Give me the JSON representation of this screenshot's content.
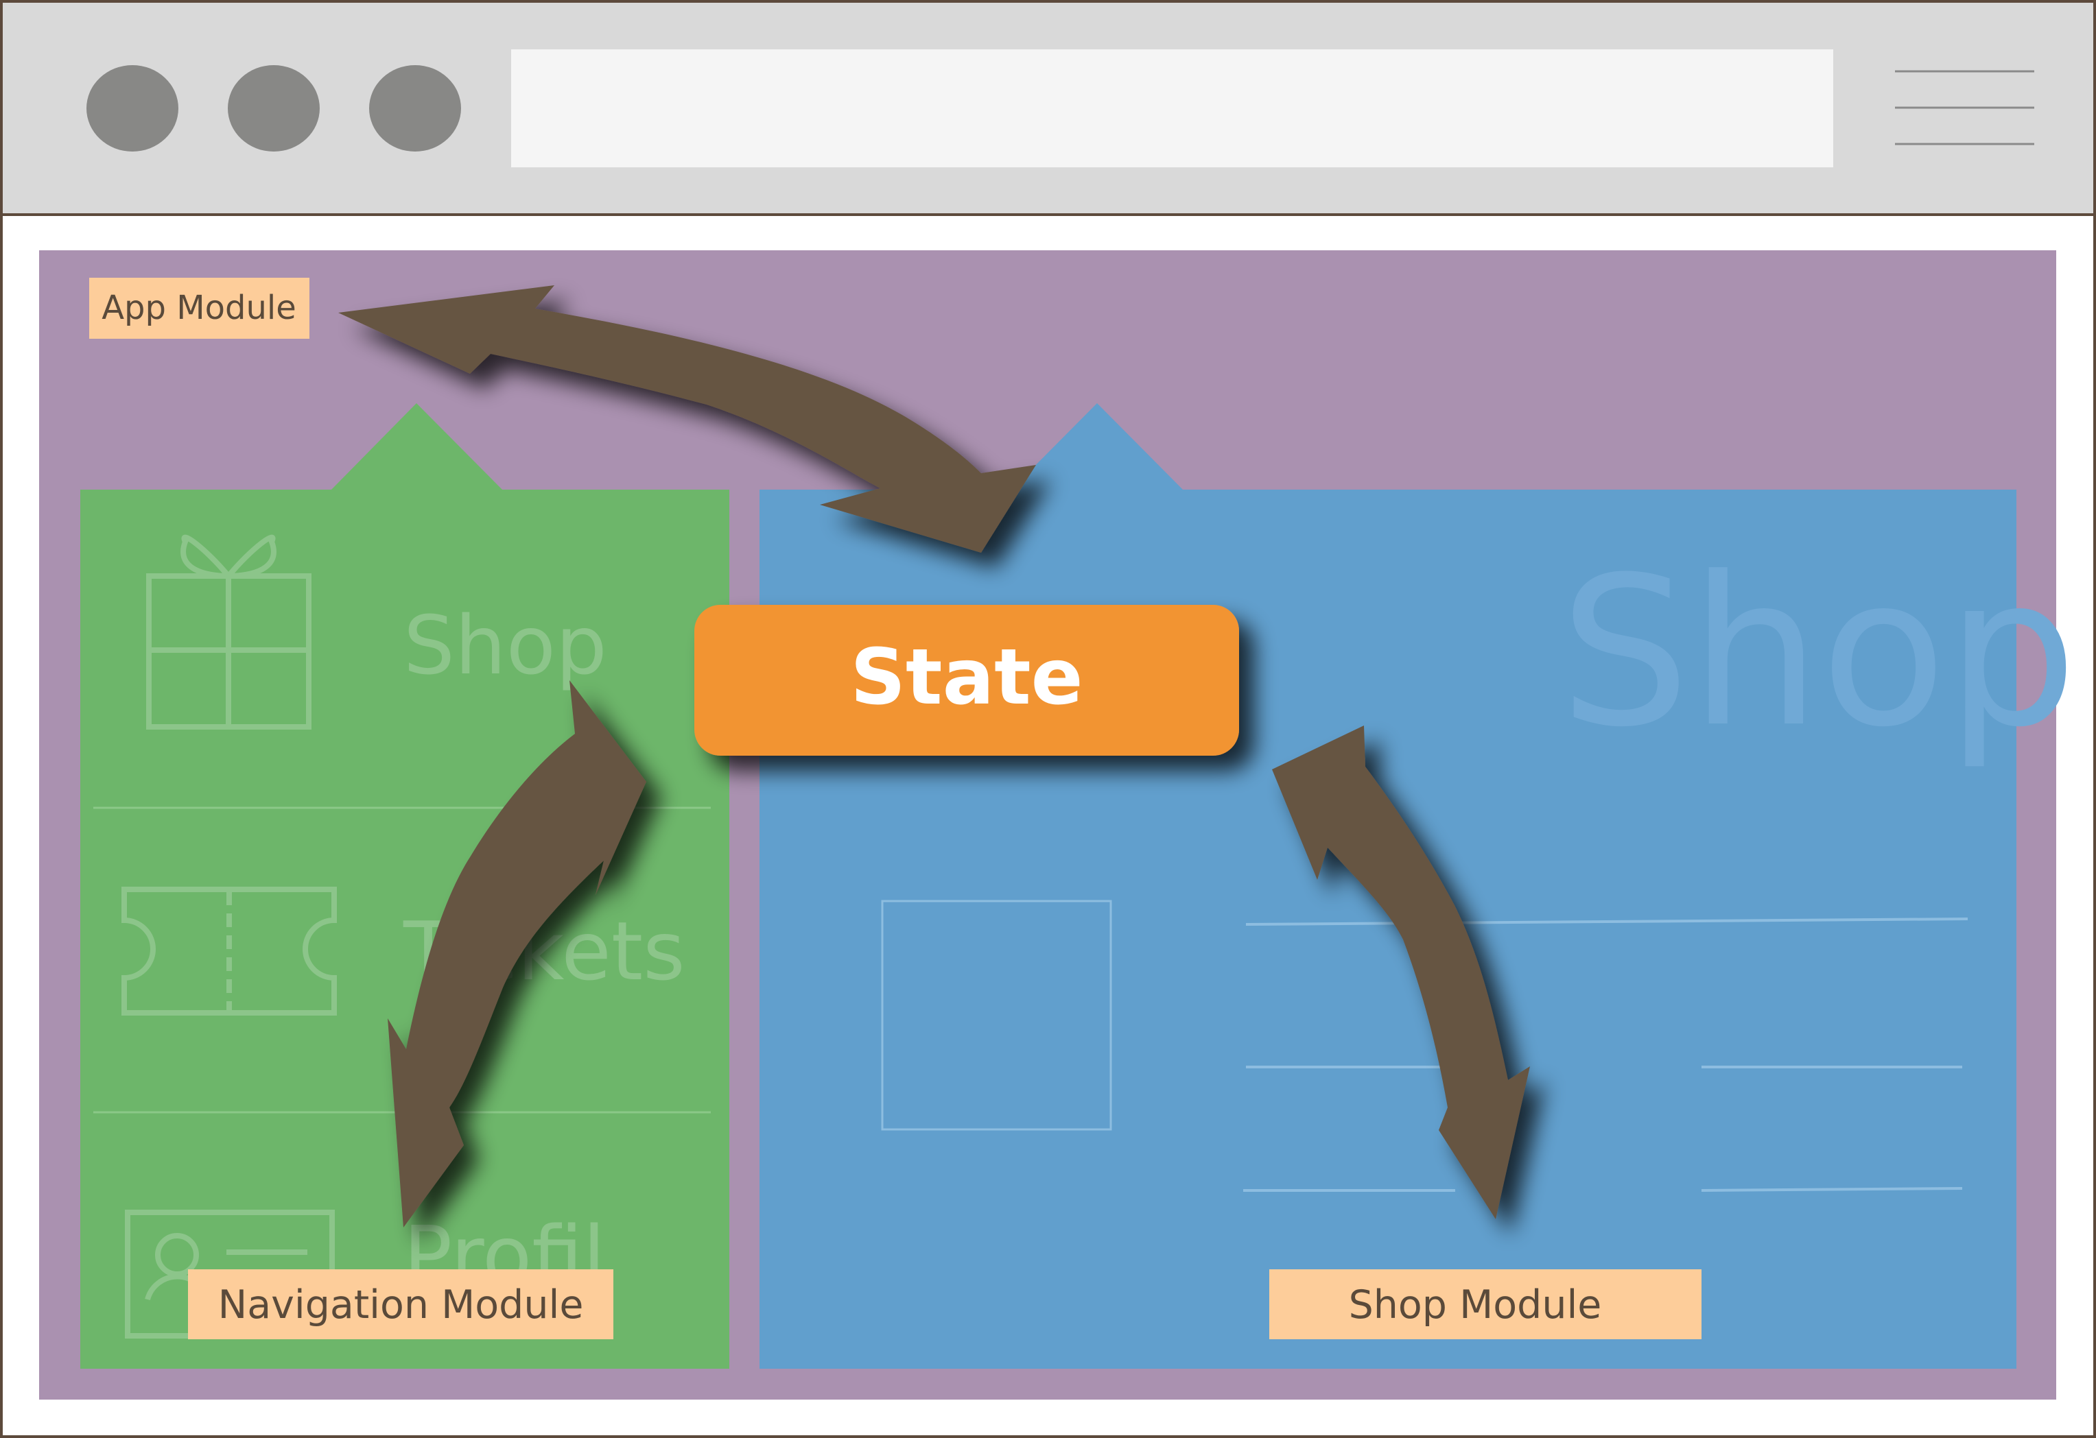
{
  "labels": {
    "app_module": "App Module",
    "navigation_module": "Navigation Module",
    "shop_module": "Shop Module",
    "state": "State"
  },
  "navigation_menu": {
    "items": [
      "Shop",
      "Tickets",
      "Profil"
    ]
  },
  "shop_page": {
    "title": "Shop"
  },
  "icons": {
    "window_controls": [
      "window-dot-icon",
      "window-dot-icon",
      "window-dot-icon"
    ],
    "menu": "hamburger-menu-icon",
    "nav_items": [
      "gift-icon",
      "ticket-icon",
      "profile-card-icon"
    ],
    "arrows": "double-headed-arrow"
  },
  "colors": {
    "browser_chrome": "#d9d9d9",
    "window_dot": "#888886",
    "address_bar": "#f5f5f5",
    "app_module_bg": "#aa91b0",
    "navigation_module_bg": "#6db66a",
    "shop_module_bg": "#619fcd",
    "state_box": "#f29432",
    "label_bg": "#fdcd9a",
    "arrow": "#665443",
    "text_dark": "#5a4a3a"
  }
}
